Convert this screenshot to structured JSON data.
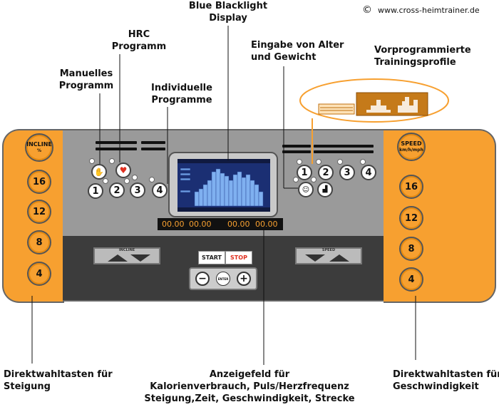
{
  "copyright": {
    "symbol": "©",
    "site": "www.cross-heimtrainer.de"
  },
  "labels": {
    "blue_backlight": [
      "Blue Blacklight",
      "Display"
    ],
    "hrc": [
      "HRC",
      "Programm"
    ],
    "manual": [
      "Manuelles",
      "Programm"
    ],
    "individual": [
      "Individuelle",
      "Programme"
    ],
    "age_weight": [
      "Eingabe von Alter",
      "und Gewicht"
    ],
    "preprogrammed": [
      "Vorprogrammierte",
      "Trainingsprofile"
    ],
    "incline_keys": [
      "Direktwahltasten für",
      "Steigung"
    ],
    "speed_keys": [
      "Direktwahltasten für",
      "Geschwindigkeit"
    ],
    "display_field": [
      "Anzeigefeld für",
      "Kalorienverbrauch, Puls/Herzfrequenz",
      "Steigung,Zeit, Geschwindigkeit, Strecke"
    ]
  },
  "incline_panel": {
    "title": "INCLINE",
    "unit": "%",
    "values": [
      "16",
      "12",
      "8",
      "4"
    ]
  },
  "speed_panel": {
    "title": "SPEED",
    "unit": "km/h/mph",
    "values": [
      "16",
      "12",
      "8",
      "4"
    ]
  },
  "left_programs": [
    "1",
    "2",
    "3",
    "4"
  ],
  "right_programs": [
    "1",
    "2",
    "3",
    "4"
  ],
  "readouts": [
    "00.00",
    "00.00",
    "00.00",
    "00.00"
  ],
  "incline_control": {
    "label": "INCLINE"
  },
  "speed_control": {
    "label": "SPEED"
  },
  "start_label": "START",
  "stop_label": "STOP",
  "minus": "−",
  "enter": "ENTER",
  "plus": "+",
  "colors": {
    "orange": "#f7a030",
    "display_blue": "#1b2f73",
    "segment": "#f7a030",
    "stop_red": "#e03020"
  }
}
